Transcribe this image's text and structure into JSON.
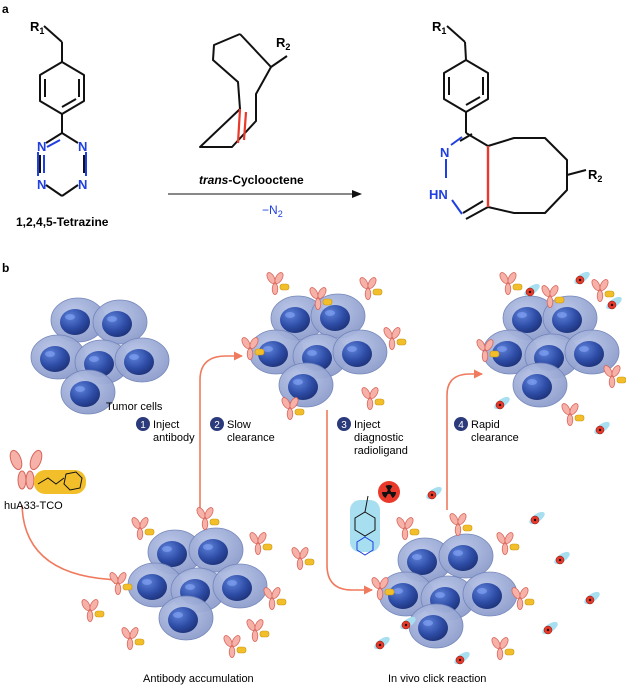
{
  "panel_a": {
    "label": "a",
    "tetrazine": {
      "r_label": "R",
      "r_sub": "1",
      "n_labels": [
        "N",
        "N",
        "N",
        "N"
      ],
      "name": "1,2,4,5-Tetrazine"
    },
    "cyclooctene": {
      "r_label": "R",
      "r_sub": "2",
      "name_italic": "trans",
      "name_rest": "-Cyclooctene",
      "byproduct_minus": "−N",
      "byproduct_sub": "2"
    },
    "product": {
      "r1_label": "R",
      "r1_sub": "1",
      "r2_label": "R",
      "r2_sub": "2",
      "n_label": "N",
      "hn_label": "HN"
    },
    "colors": {
      "nitrogen": "#1f3fe0",
      "new_bond": "#e8392a",
      "arrow": "#111111"
    }
  },
  "panel_b": {
    "label": "b",
    "steps": [
      {
        "number": "1",
        "text": [
          "Inject",
          "antibody"
        ]
      },
      {
        "number": "2",
        "text": [
          "Slow",
          "clearance"
        ]
      },
      {
        "number": "3",
        "text": [
          "Inject",
          "diagnostic",
          "radioligand"
        ]
      },
      {
        "number": "4",
        "text": [
          "Rapid",
          "clearance"
        ]
      }
    ],
    "tumor_label": "Tumor cells",
    "antibody_label": "huA33-TCO",
    "caption_left": "Antibody accumulation",
    "caption_right": "In vivo click reaction",
    "colors": {
      "arrow": "#f07a5e",
      "step_circle": "#2b3a7a",
      "cell": "#8ea0cf",
      "nucleus": "#2f4ea8",
      "antibody_pink": "#f2a39a",
      "tco_yellow": "#f2bf2a",
      "radio_red": "#e8392a",
      "probe_cyan": "#a8dff0"
    }
  }
}
